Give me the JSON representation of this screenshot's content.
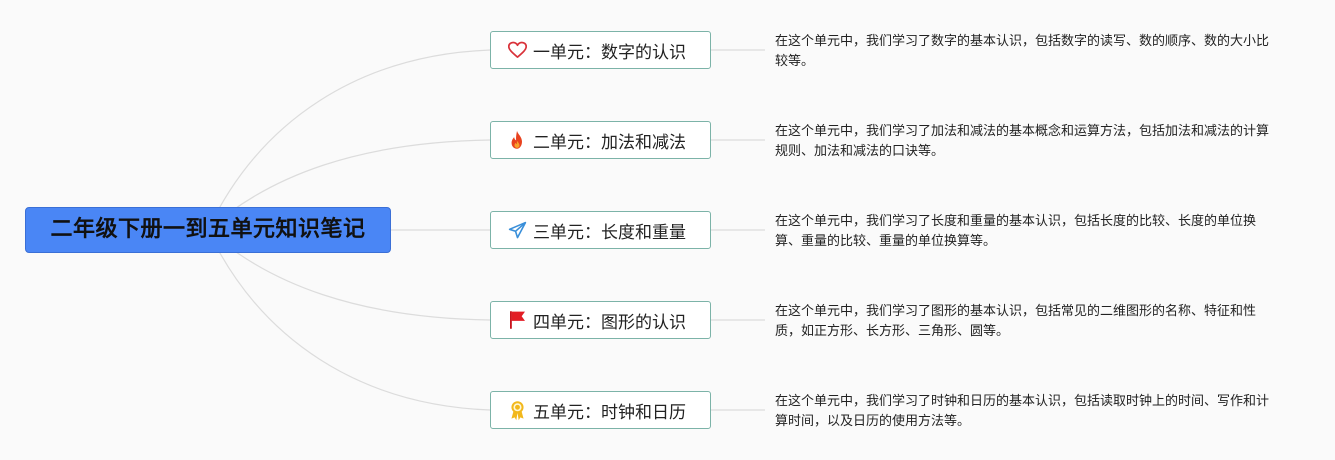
{
  "root": {
    "title": "二年级下册一到五单元知识笔记",
    "color": "#4a86f5"
  },
  "branches": [
    {
      "label": "一单元：数字的认识",
      "icon": "heart-icon",
      "note": "在这个单元中，我们学习了数字的基本认识，包括数字的读写、数的顺序、数的大小比较等。"
    },
    {
      "label": "二单元：加法和减法",
      "icon": "fire-icon",
      "note": "在这个单元中，我们学习了加法和减法的基本概念和运算方法，包括加法和减法的计算规则、加法和减法的口诀等。"
    },
    {
      "label": "三单元：长度和重量",
      "icon": "paper-plane-icon",
      "note": "在这个单元中，我们学习了长度和重量的基本认识，包括长度的比较、长度的单位换算、重量的比较、重量的单位换算等。"
    },
    {
      "label": "四单元：图形的认识",
      "icon": "flag-icon",
      "note": "在这个单元中，我们学习了图形的基本认识，包括常见的二维图形的名称、特征和性质，如正方形、长方形、三角形、圆等。"
    },
    {
      "label": "五单元：时钟和日历",
      "icon": "award-medal-icon",
      "note": "在这个单元中，我们学习了时钟和日历的基本认识，包括读取时钟上的时间、写作和计算时间，以及日历的使用方法等。"
    }
  ],
  "colors": {
    "branch_border": "#7cb3a8",
    "connector": "#d9d9d9",
    "background": "#fafafa"
  }
}
